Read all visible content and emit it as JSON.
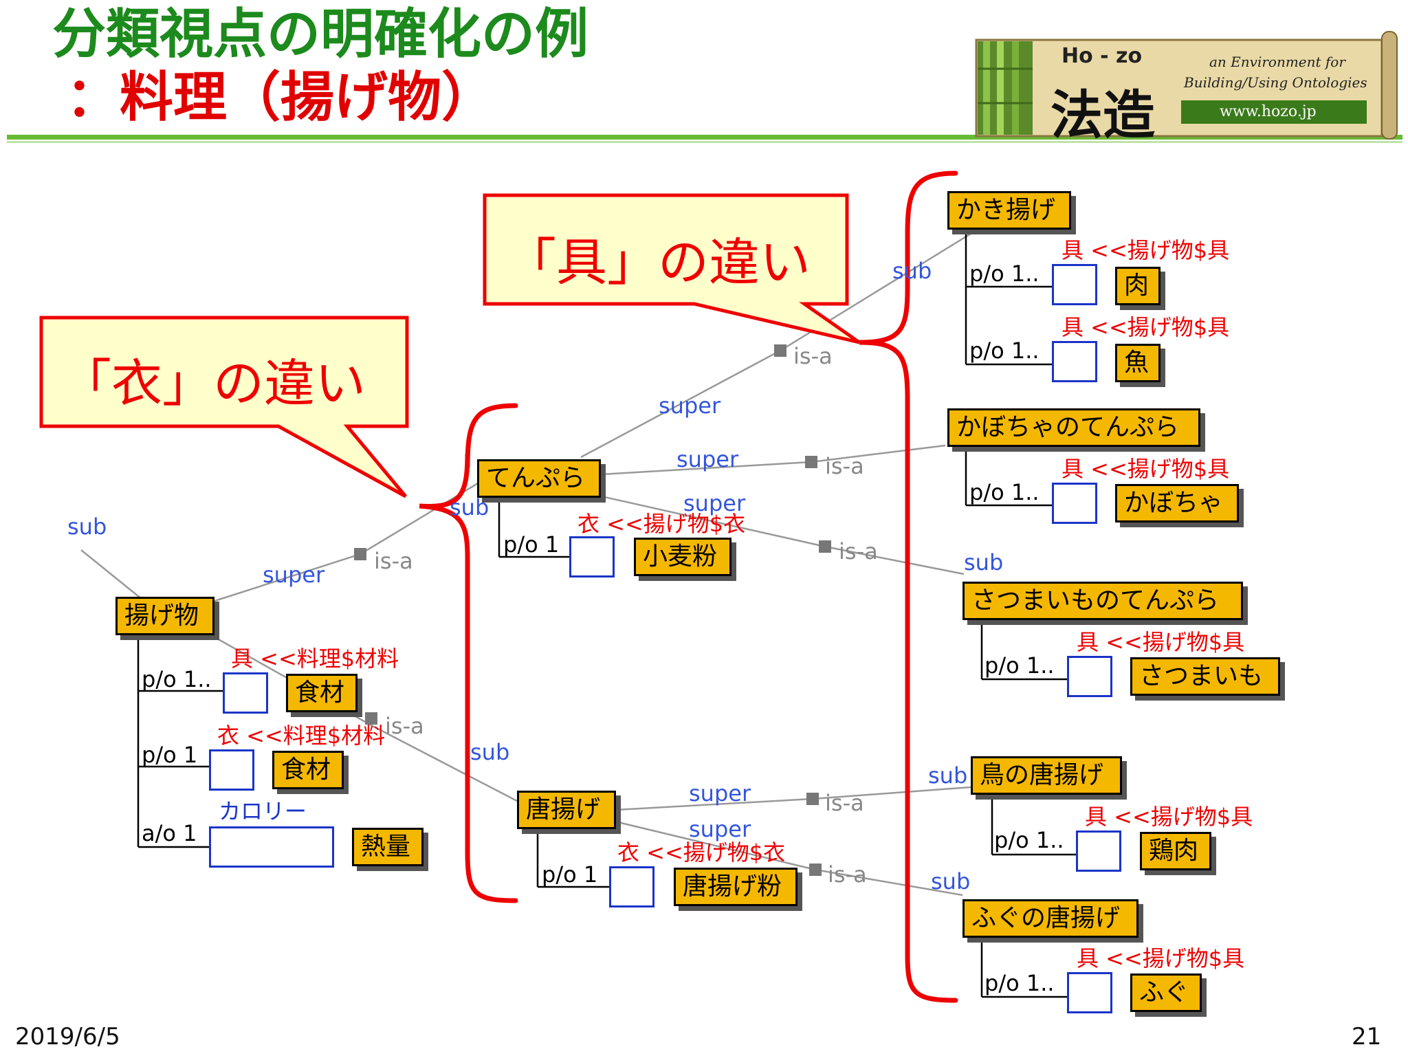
{
  "slide": {
    "title_line1": "分類視点の明確化の例",
    "title_line2": "：料理（揚げ物）",
    "date": "2019/6/5",
    "page_number": "21",
    "colors": {
      "title_green": "#1c8a1c",
      "title_red": "#e00000",
      "rule_green": "#66bb33",
      "node_fill": "#f5b800",
      "slot_border": "#1a34c8",
      "role_red": "#e00000",
      "rel_blue": "#3355dd",
      "isa_gray": "#888888",
      "brace_red": "#e00000",
      "callout_fill": "#ffffcc"
    }
  },
  "logo": {
    "name_romaji": "Ho - zo",
    "name_kanji": "法造",
    "tagline_1": "an Environment for",
    "tagline_2": "Building/Using Ontologies",
    "url": "www.hozo.jp"
  },
  "callouts": {
    "koromo": "「衣」の違い",
    "gu": "「具」の違い"
  },
  "labels": {
    "sub": "sub",
    "super": "super",
    "is_a": "is-a",
    "po1": "p/o 1",
    "po1_dots": "p/o 1..",
    "ao1": "a/o 1"
  },
  "nodes": {
    "agemono": "揚げ物",
    "shokuzai1": "食材",
    "shokuzai2": "食材",
    "netsuryo": "熱量",
    "tempura": "てんぷら",
    "komugiko": "小麦粉",
    "karaage": "唐揚げ",
    "karaageko": "唐揚げ粉",
    "kakiage": "かき揚げ",
    "niku": "肉",
    "sakana": "魚",
    "kabocha_tempura": "かぼちゃのてんぷら",
    "kabocha": "かぼちゃ",
    "satsumaimo_tempura": "さつまいものてんぷら",
    "satsumaimo": "さつまいも",
    "tori_karaage": "鳥の唐揚げ",
    "keiniku": "鶏肉",
    "fugu_karaage": "ふぐの唐揚げ",
    "fugu": "ふぐ"
  },
  "roles": {
    "gu_ryori": "具 <<料理$材料",
    "koromo_ryori": "衣 <<料理$材料",
    "calorie": "カロリー",
    "koromo_agemono": "衣 <<揚げ物$衣",
    "gu_agemono": "具 <<揚げ物$具"
  }
}
